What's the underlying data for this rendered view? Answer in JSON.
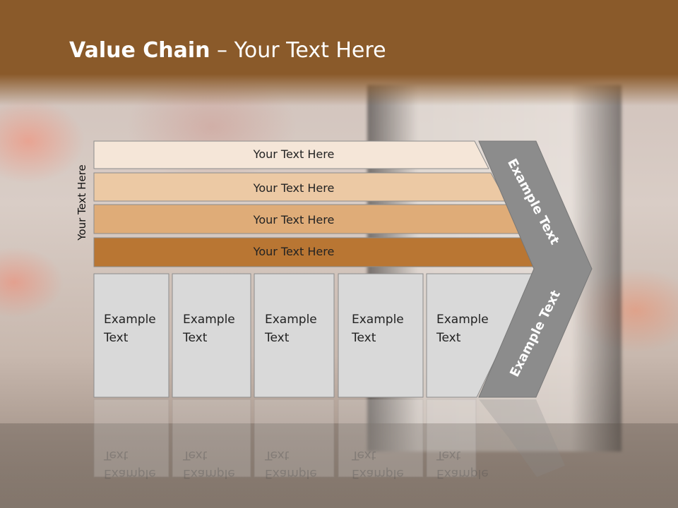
{
  "slide": {
    "title_bold": "Value Chain",
    "title_rest": " – Your Text Here",
    "side_label": "Your Text Here"
  },
  "rows": [
    {
      "label": "Your Text Here",
      "color": "#f5e6d8"
    },
    {
      "label": "Your Text Here",
      "color": "#ecc9a4"
    },
    {
      "label": "Your Text Here",
      "color": "#dfac78"
    },
    {
      "label": "Your Text Here",
      "color": "#b97633"
    }
  ],
  "boxes": [
    {
      "line1": "Example",
      "line2": "Text"
    },
    {
      "line1": "Example",
      "line2": "Text"
    },
    {
      "line1": "Example",
      "line2": "Text"
    },
    {
      "line1": "Example",
      "line2": "Text"
    },
    {
      "line1": "Example",
      "line2": "Text"
    }
  ],
  "chevron": {
    "upper_text": "Example Text",
    "lower_text": "Example Text",
    "color": "#8c8c8c"
  },
  "colors": {
    "header": "#8a5a2a",
    "box_fill": "#d9d9d9",
    "box_stroke": "#8c8c8c"
  }
}
